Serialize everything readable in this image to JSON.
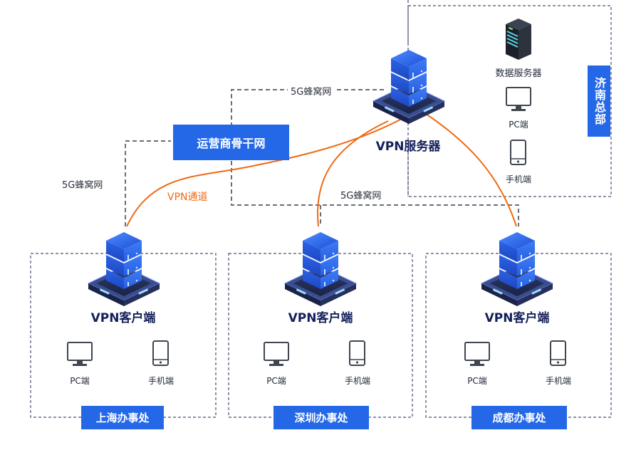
{
  "colors": {
    "accent_blue": "#2468e8",
    "vpn_tunnel": "#f06a14",
    "dashed_network": "#3a3f48",
    "office_border": "#4a5078",
    "title_text": "#14205a"
  },
  "headquarters": {
    "name": "济南总部",
    "items": [
      {
        "icon": "data-server-icon",
        "label": "数据服务器"
      },
      {
        "icon": "monitor-icon",
        "label": "PC端"
      },
      {
        "icon": "phone-icon",
        "label": "手机端"
      }
    ]
  },
  "vpn_server": {
    "icon": "vpn-server-icon",
    "label": "VPN服务器"
  },
  "backbone": {
    "label": "运营商骨干网"
  },
  "links": {
    "cellular_top": "5G蜂窝网",
    "cellular_left": "5G蜂窝网",
    "cellular_bottom": "5G蜂窝网",
    "vpn_tunnel": "VPN通道"
  },
  "offices": [
    {
      "name": "上海办事处",
      "client_label": "VPN客户端",
      "pc_label": "PC端",
      "phone_label": "手机端"
    },
    {
      "name": "深圳办事处",
      "client_label": "VPN客户端",
      "pc_label": "PC端",
      "phone_label": "手机端"
    },
    {
      "name": "成都办事处",
      "client_label": "VPN客户端",
      "pc_label": "PC端",
      "phone_label": "手机端"
    }
  ]
}
